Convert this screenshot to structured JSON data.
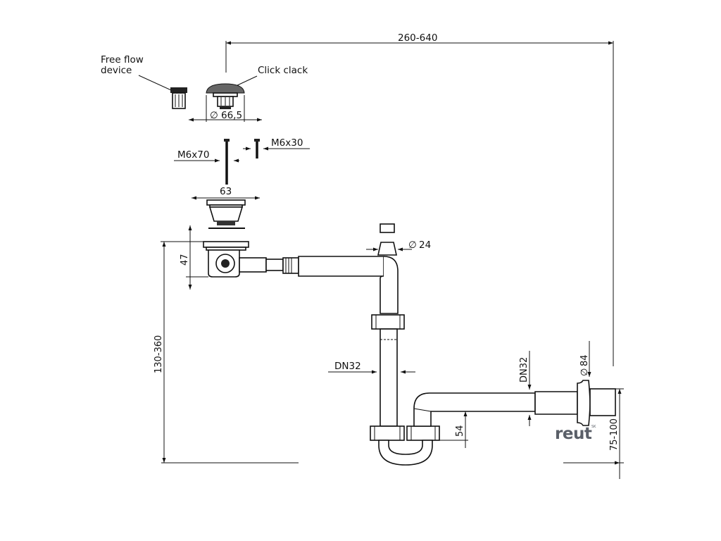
{
  "labels": {
    "free_flow_line1": "Free flow",
    "free_flow_line2": "device",
    "click_clack": "Click clack",
    "dia_66_5": "66,5",
    "m6x70": "M6x70",
    "m6x30": "M6x30",
    "dim_63": "63",
    "dim_260_640": "260-640",
    "dia_24": "24",
    "dim_47": "47",
    "dim_130_360": "130-360",
    "dn32_left": "DN32",
    "dn32_right": "DN32",
    "dia_84": "84",
    "dim_54": "54",
    "dim_75_100": "75-100",
    "diameter_symbol": "∅"
  },
  "logo": {
    "text": "reut",
    "sub": "SK"
  },
  "colors": {
    "line": "#111111",
    "logo": "#5a5f68"
  }
}
